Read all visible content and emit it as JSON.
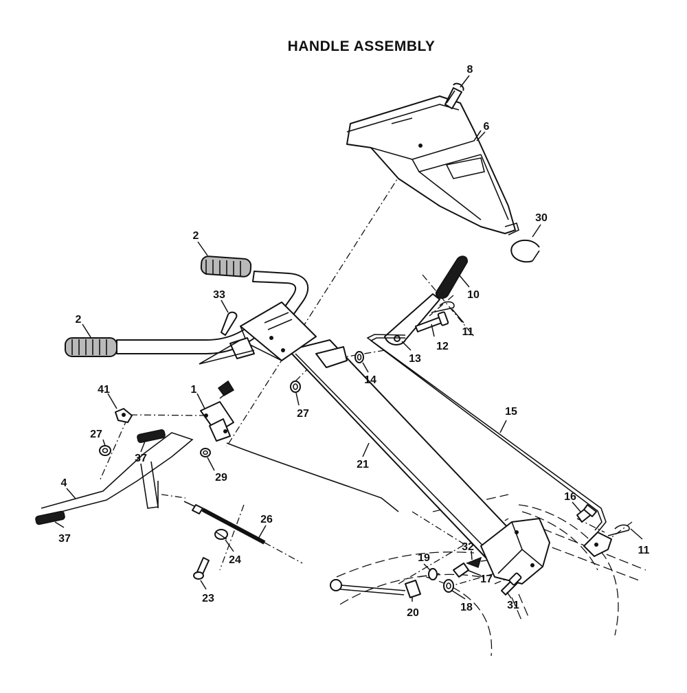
{
  "title": "HANDLE ASSEMBLY",
  "callouts": [
    {
      "label": "8"
    },
    {
      "label": "6"
    },
    {
      "label": "30"
    },
    {
      "label": "2"
    },
    {
      "label": "33"
    },
    {
      "label": "2"
    },
    {
      "label": "10"
    },
    {
      "label": "11"
    },
    {
      "label": "12"
    },
    {
      "label": "13"
    },
    {
      "label": "14"
    },
    {
      "label": "41"
    },
    {
      "label": "1"
    },
    {
      "label": "27"
    },
    {
      "label": "27"
    },
    {
      "label": "37"
    },
    {
      "label": "29"
    },
    {
      "label": "15"
    },
    {
      "label": "21"
    },
    {
      "label": "4"
    },
    {
      "label": "37"
    },
    {
      "label": "26"
    },
    {
      "label": "16"
    },
    {
      "label": "24"
    },
    {
      "label": "32"
    },
    {
      "label": "11"
    },
    {
      "label": "19"
    },
    {
      "label": "17"
    },
    {
      "label": "23"
    },
    {
      "label": "18"
    },
    {
      "label": "31"
    },
    {
      "label": "20"
    }
  ]
}
